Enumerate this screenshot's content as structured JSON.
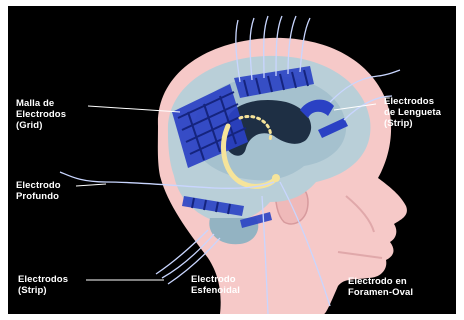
{
  "figure": {
    "background": "#000000",
    "colors": {
      "skin": "#f6c9c8",
      "skin_shadow": "#d79a9d",
      "brain": "#b9cfd8",
      "brain_inner": "#93b3c2",
      "ventricle": "#1e2f44",
      "electrode_blue": "#2a41c4",
      "electrode_dark": "#15247e",
      "hippocampus": "#f6e49a",
      "wire": "#c9d6ff",
      "leader": "#ffffff"
    },
    "labels": {
      "grid": "Malla de\nElectrodos\n(Grid)",
      "depth": "Electrodo\nProfundo",
      "strip_left": "Electrodos\n(Strip)",
      "sphenoidal": "Electrodo\nEsfenoidal",
      "foramen_ovale": "Electrodo en\nForamen-Oval",
      "strip_right": "Electrodos\nde Lengueta\n(Strip)"
    }
  }
}
